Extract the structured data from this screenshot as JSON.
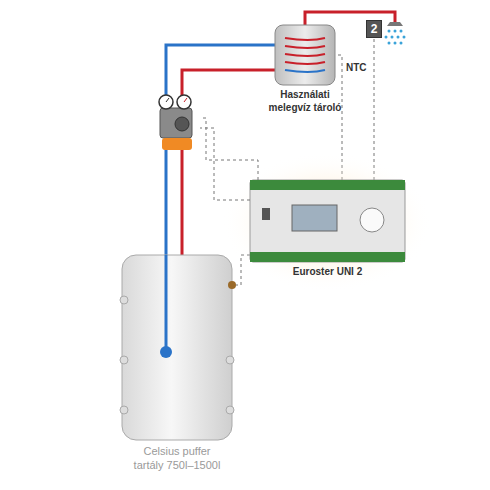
{
  "diagram": {
    "nodes": [
      {
        "text": [
          "Használati melegvíz tároló"
        ]
      },
      {
        "text": [
          "Euroster UNI 2"
        ]
      },
      {
        "text": [
          "Celsius puffer tartály 750l–1500l"
        ]
      },
      {
        "text": [
          "2"
        ]
      }
    ],
    "edges": [
      {
        "from": 2,
        "to": 0,
        "arrow": "none"
      },
      {
        "from": 1,
        "to": 2,
        "arrow": "none"
      },
      {
        "from": 1,
        "to": 0,
        "arrow": "none"
      },
      {
        "from": 1,
        "to": 3,
        "arrow": "none"
      }
    ],
    "labels": [
      "NTC"
    ]
  }
}
